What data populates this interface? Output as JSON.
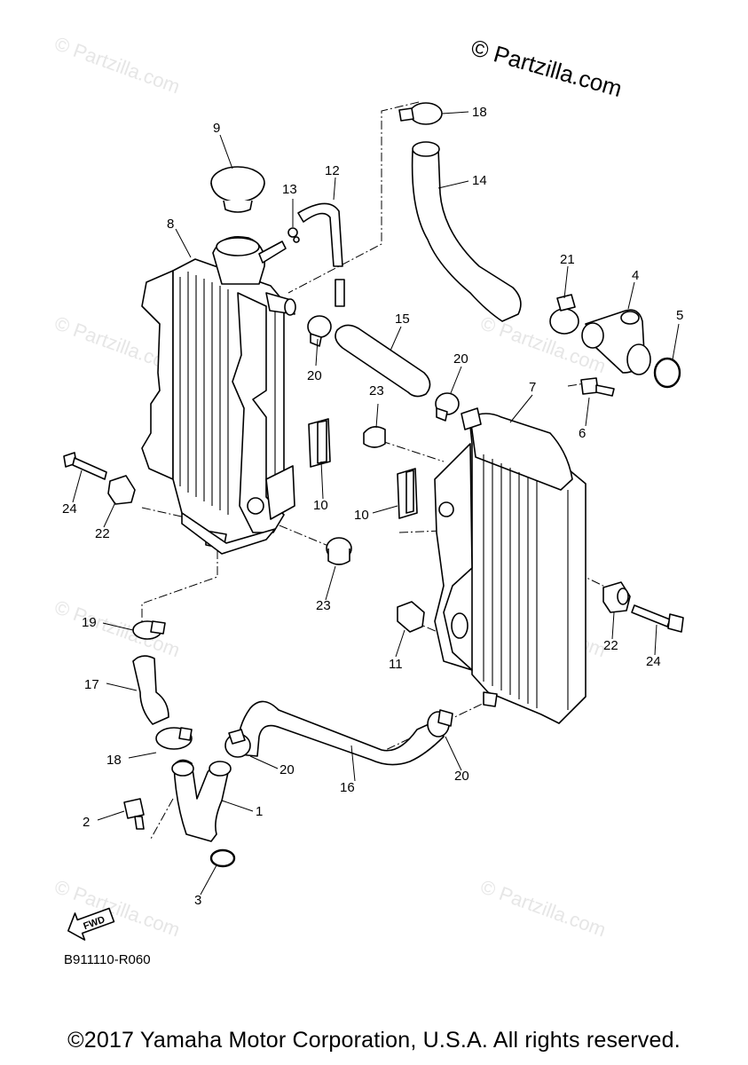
{
  "watermark": "© Partzilla.com",
  "copyright_top": "© Partzilla.com",
  "reference_code": "B911110-R060",
  "footer": "©2017 Yamaha Motor Corporation, U.S.A. All rights reserved.",
  "fwd_badge": "FWD",
  "callouts": {
    "c1": "1",
    "c2": "2",
    "c3": "3",
    "c4": "4",
    "c5": "5",
    "c6": "6",
    "c7": "7",
    "c8": "8",
    "c9": "9",
    "c10a": "10",
    "c10b": "10",
    "c11": "11",
    "c12": "12",
    "c13": "13",
    "c14": "14",
    "c15": "15",
    "c16": "16",
    "c17": "17",
    "c18a": "18",
    "c18b": "18",
    "c19": "19",
    "c20a": "20",
    "c20b": "20",
    "c20c": "20",
    "c20d": "20",
    "c21": "21",
    "c22a": "22",
    "c22b": "22",
    "c23a": "23",
    "c23b": "23",
    "c24a": "24",
    "c24b": "24"
  }
}
